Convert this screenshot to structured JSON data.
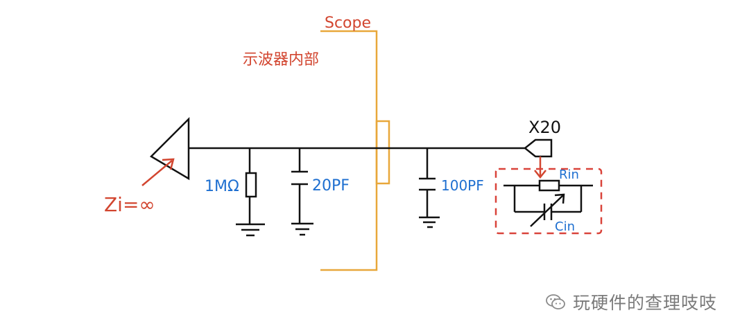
{
  "labels": {
    "scope": "Scope",
    "scope_inner": "示波器内部",
    "zi": "Zi=∞",
    "r1": "1MΩ",
    "c1": "20PF",
    "c2": "100PF",
    "probe_ratio": "X20",
    "rin": "Rin",
    "cin": "Cin"
  },
  "watermark": {
    "text": "玩硬件的查理吱吱",
    "icon": "wechat-icon"
  },
  "colors": {
    "wire": "#111111",
    "scope_bracket": "#e8a73a",
    "red_annotation": "#d2452f",
    "blue_annotation": "#1e6fd0",
    "dashed_box": "#d9433a"
  }
}
